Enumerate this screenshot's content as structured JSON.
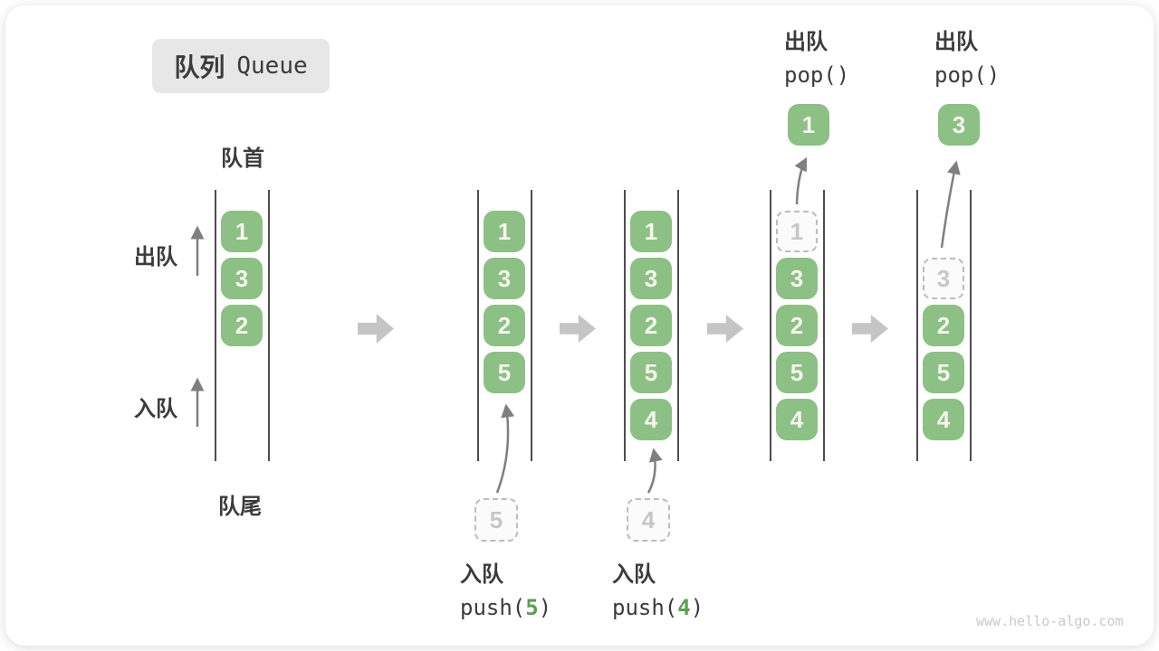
{
  "badge": {
    "zh": "队列",
    "en": "Queue"
  },
  "side_labels": {
    "front": "队首",
    "rear": "队尾",
    "dequeue": "出队",
    "enqueue": "入队"
  },
  "pop_annotations": [
    {
      "zh": "出队",
      "code": "pop()"
    },
    {
      "zh": "出队",
      "code": "pop()"
    }
  ],
  "push_annotations": [
    {
      "zh": "入队",
      "fn": "push(",
      "arg": "5",
      "close": ")"
    },
    {
      "zh": "入队",
      "fn": "push(",
      "arg": "4",
      "close": ")"
    }
  ],
  "queues": [
    {
      "cells": [
        {
          "value": "1",
          "slot": 0
        },
        {
          "value": "3",
          "slot": 1
        },
        {
          "value": "2",
          "slot": 2
        }
      ]
    },
    {
      "cells": [
        {
          "value": "1",
          "slot": 0
        },
        {
          "value": "3",
          "slot": 1
        },
        {
          "value": "2",
          "slot": 2
        },
        {
          "value": "5",
          "slot": 3
        }
      ],
      "incoming": {
        "value": "5"
      }
    },
    {
      "cells": [
        {
          "value": "1",
          "slot": 0
        },
        {
          "value": "3",
          "slot": 1
        },
        {
          "value": "2",
          "slot": 2
        },
        {
          "value": "5",
          "slot": 3
        },
        {
          "value": "4",
          "slot": 4
        }
      ],
      "incoming": {
        "value": "4"
      }
    },
    {
      "cells": [
        {
          "value": "1",
          "slot": 0,
          "dashed": true
        },
        {
          "value": "3",
          "slot": 1
        },
        {
          "value": "2",
          "slot": 2
        },
        {
          "value": "5",
          "slot": 3
        },
        {
          "value": "4",
          "slot": 4
        }
      ],
      "popped": {
        "value": "1"
      }
    },
    {
      "cells": [
        {
          "value": "3",
          "slot": 1,
          "dashed": true
        },
        {
          "value": "2",
          "slot": 2
        },
        {
          "value": "5",
          "slot": 3
        },
        {
          "value": "4",
          "slot": 4
        }
      ],
      "popped": {
        "value": "3"
      }
    }
  ],
  "watermark": "www.hello-algo.com",
  "colors": {
    "box_green": "#8cc084",
    "box_text": "#f6f6ee",
    "accent_green": "#5d9e55",
    "block_arrow": "#c5c5c5",
    "thin_arrow": "#7f7f7f",
    "dashed_border": "#bcbcbc",
    "dashed_text": "#c6c6c6",
    "wall": "#4d4d4d",
    "text_dark": "#3b3b3b",
    "badge_bg": "#e7e7e7",
    "watermark": "#c9c9c9"
  }
}
